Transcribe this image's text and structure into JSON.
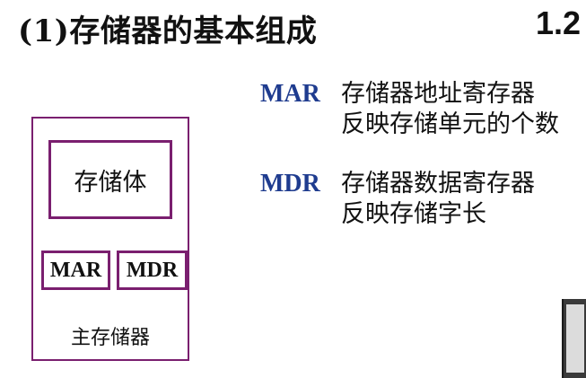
{
  "title": "(1)存储器的基本组成",
  "section_number": "1.2",
  "diagram": {
    "storage_body_label": "存储体",
    "registers": [
      {
        "label": "MAR"
      },
      {
        "label": "MDR"
      }
    ],
    "main_memory_label": "主存储器"
  },
  "descriptions": {
    "mar": {
      "term": "MAR",
      "line1": "存储器地址寄存器",
      "line2": "反映存储单元的个数"
    },
    "mdr": {
      "term": "MDR",
      "line1": "存储器数据寄存器",
      "line2": "反映存储字长"
    }
  },
  "colors": {
    "box_border": "#7a1f6f",
    "term_color": "#1f3c8f",
    "text": "#111111"
  }
}
